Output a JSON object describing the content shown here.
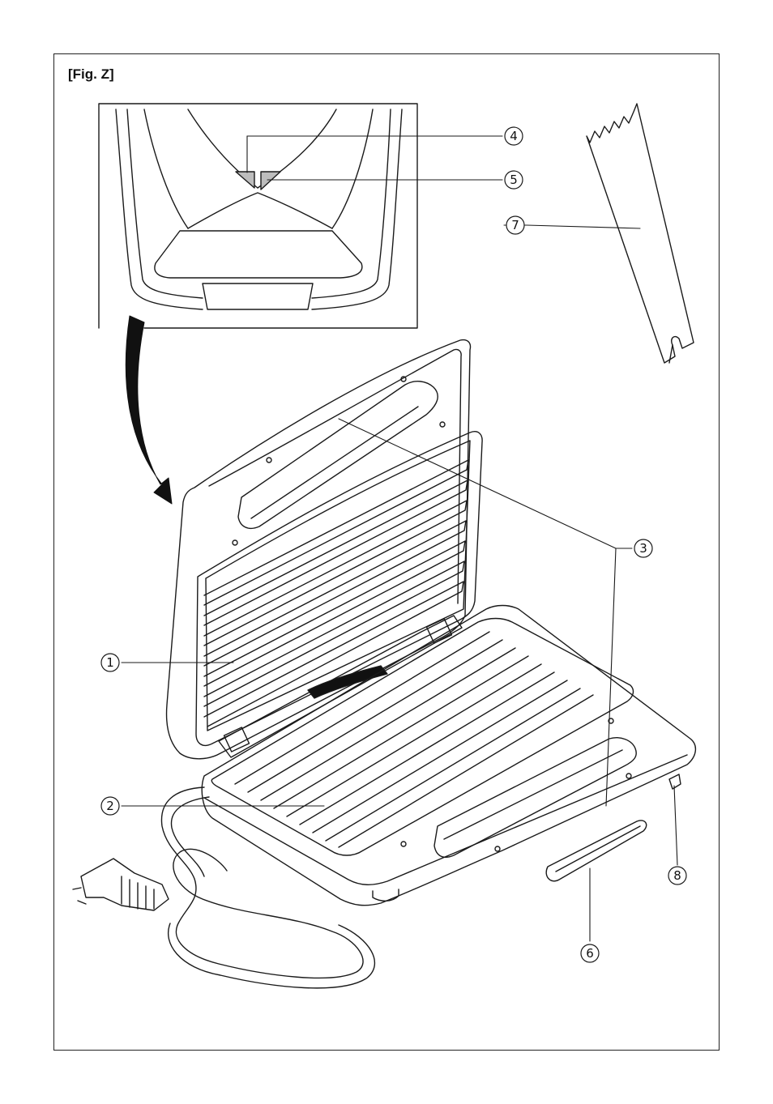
{
  "figure": {
    "label": "[Fig. Z]"
  },
  "callouts": [
    {
      "id": "1",
      "text": "1"
    },
    {
      "id": "2",
      "text": "2"
    },
    {
      "id": "3",
      "text": "3"
    },
    {
      "id": "4",
      "text": "4"
    },
    {
      "id": "5",
      "text": "5"
    },
    {
      "id": "6",
      "text": "6"
    },
    {
      "id": "7",
      "text": "7"
    },
    {
      "id": "8",
      "text": "8"
    }
  ],
  "colors": {
    "line": "#1a1a1a",
    "marker_fill": "#bdbdbd",
    "arrow_fill": "#111111"
  }
}
